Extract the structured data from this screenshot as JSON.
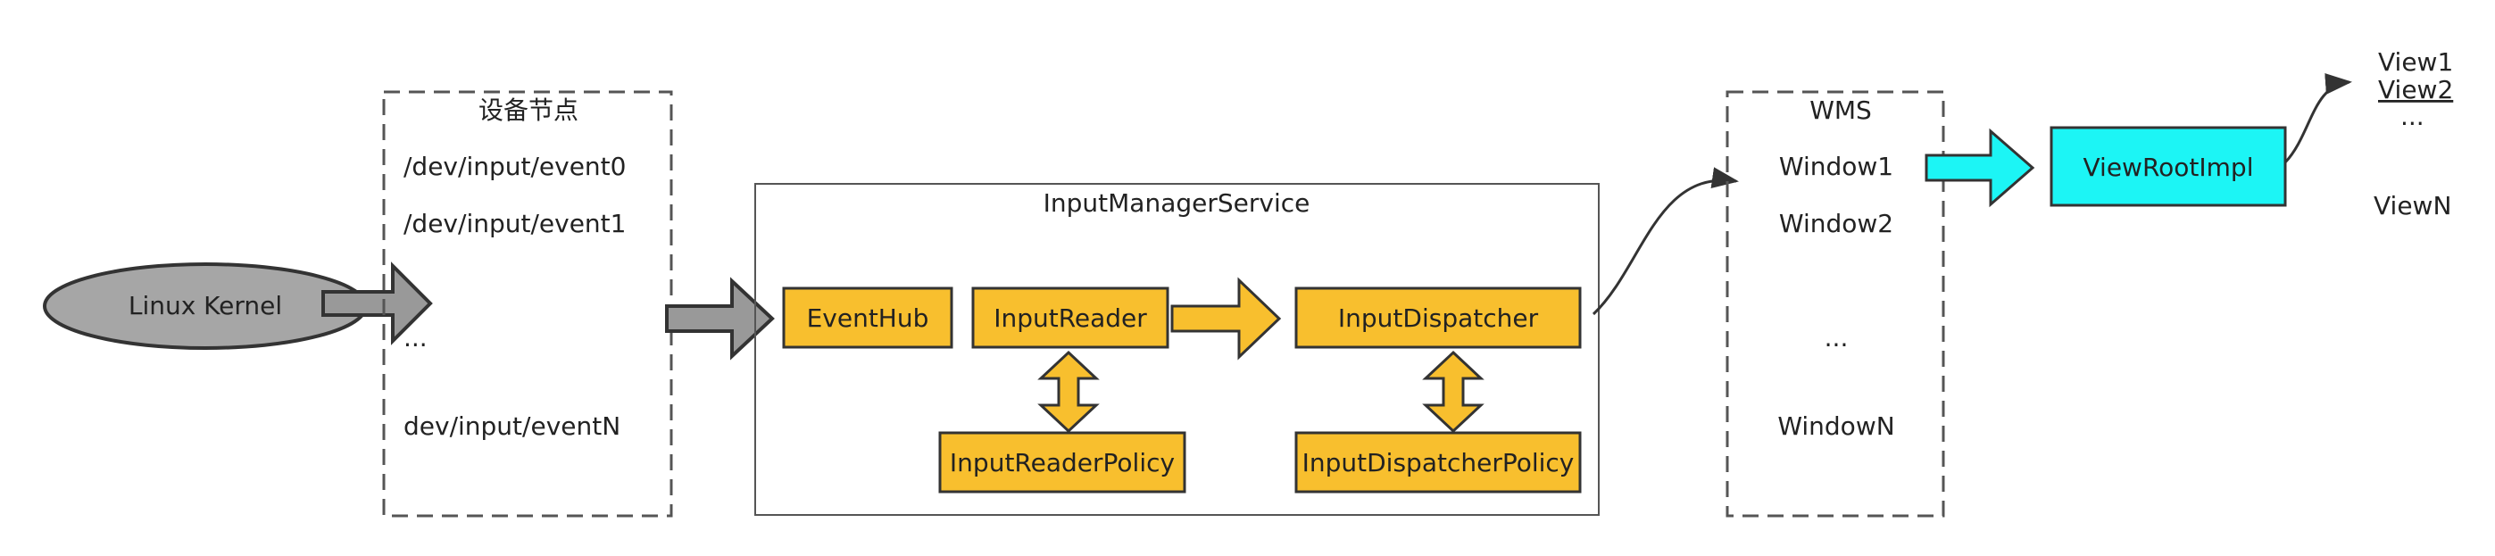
{
  "kernel": {
    "label": "Linux Kernel"
  },
  "device_nodes": {
    "title": "设备节点",
    "items": [
      "/dev/input/event0",
      "/dev/input/event1",
      "...",
      "dev/input/eventN"
    ]
  },
  "input_manager": {
    "title": "InputManagerService",
    "event_hub": "EventHub",
    "input_reader": "InputReader",
    "input_dispatcher": "InputDispatcher",
    "input_reader_policy": "InputReaderPolicy",
    "input_dispatcher_policy": "InputDispatcherPolicy"
  },
  "wms": {
    "title": "WMS",
    "items": [
      "Window1",
      "Window2",
      "...",
      "WindowN"
    ]
  },
  "view_root": {
    "label": "ViewRootImpl"
  },
  "views": {
    "items": [
      "View1",
      "View2",
      "...",
      "ViewN"
    ]
  },
  "colors": {
    "kernel_fill": "#a6a6a6",
    "gray_arrow": "#999999",
    "orange": "#f8bf2e",
    "cyan": "#1cf5f5",
    "stroke": "#333333"
  }
}
